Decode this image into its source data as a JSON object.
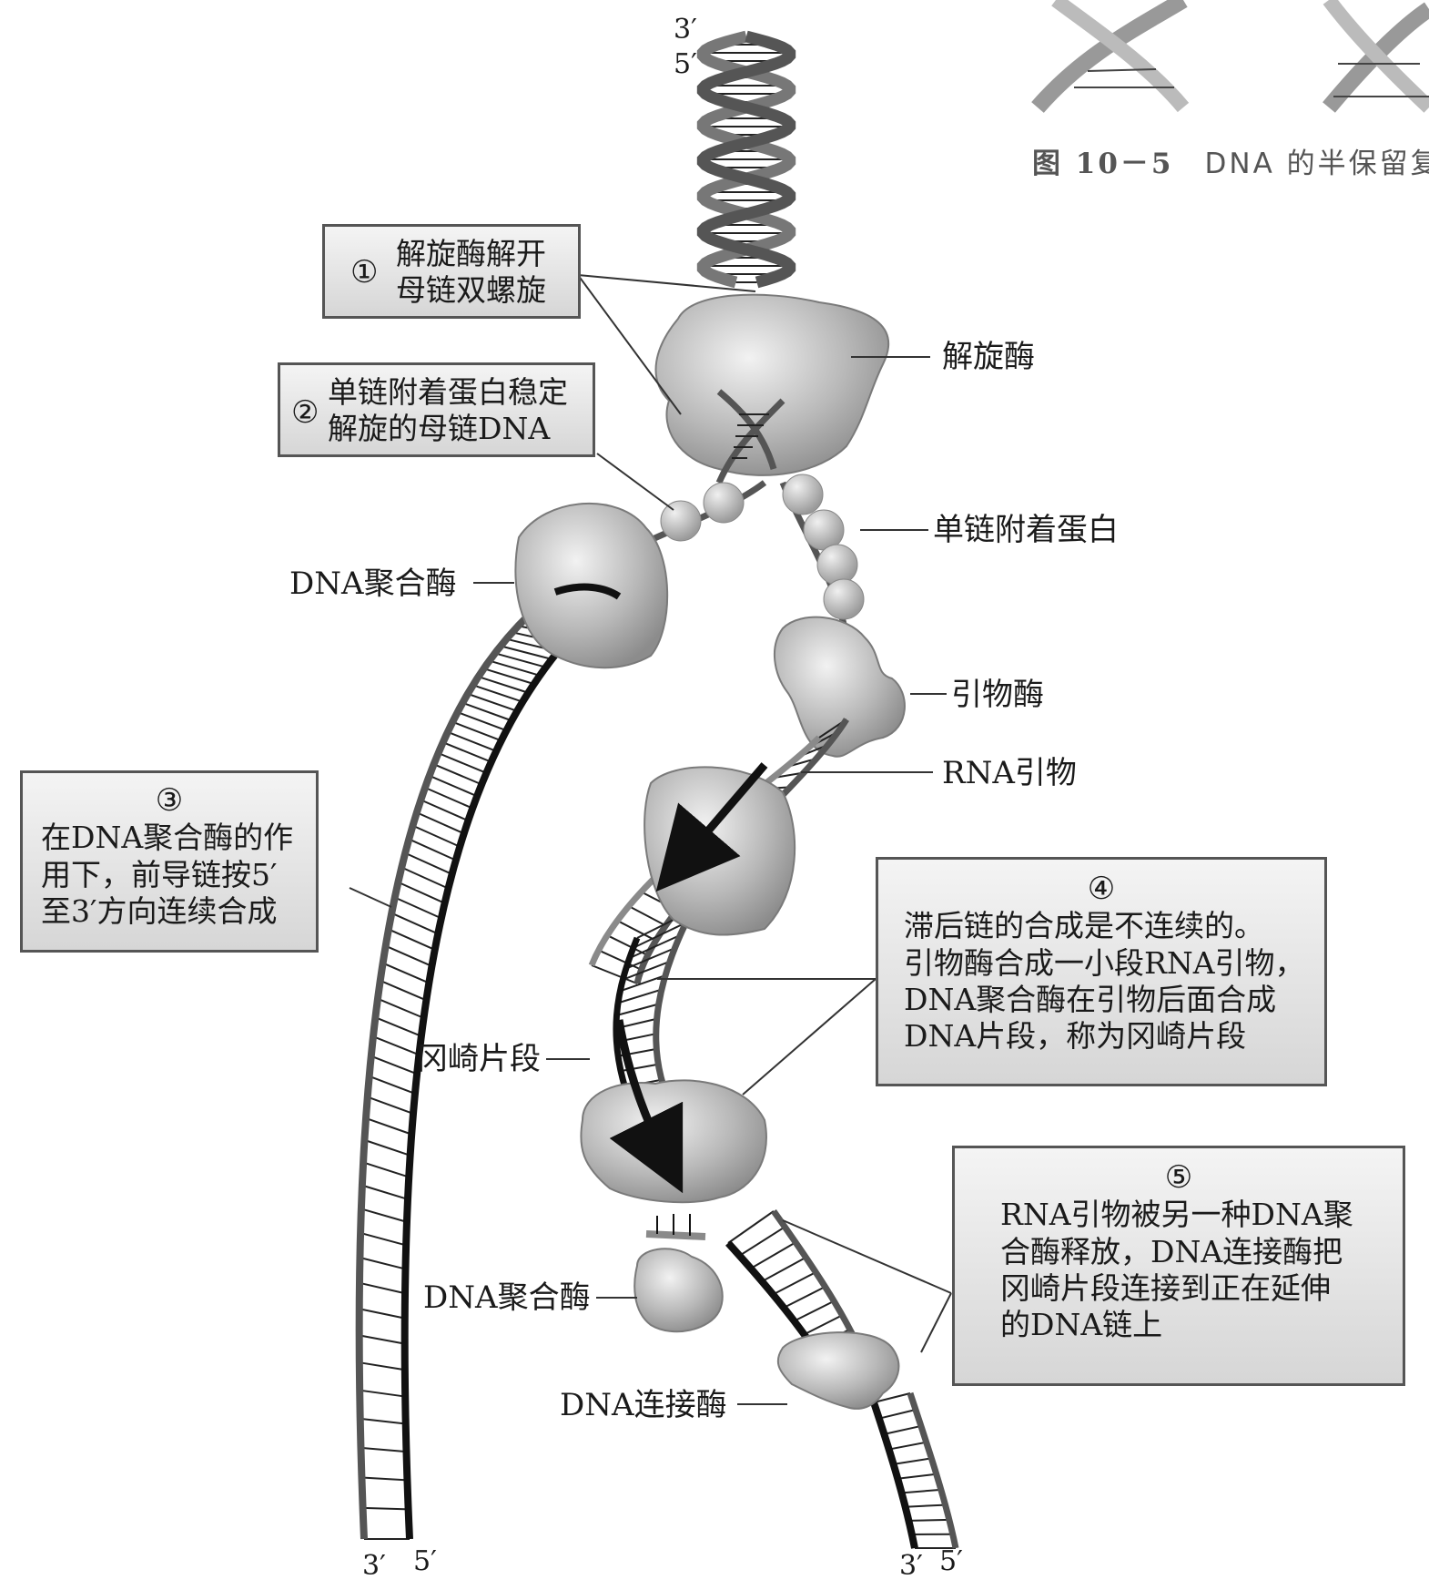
{
  "figure_caption": {
    "figure_number": "图 10－5",
    "title": "DNA 的半保留复"
  },
  "steps": [
    {
      "number": "①",
      "text": "解旋酶解开母链双螺旋",
      "lines": [
        "解旋酶解开",
        "母链双螺旋"
      ]
    },
    {
      "number": "②",
      "text": "单链附着蛋白稳定解旋的母链DNA",
      "lines": [
        "单链附着蛋白稳定",
        "解旋的母链DNA"
      ]
    },
    {
      "number": "③",
      "text": "在DNA聚合酶的作用下，前导链按5′至3′方向连续合成",
      "lines": [
        "在DNA聚合酶的作",
        "用下，前导链按5′",
        "至3′方向连续合成"
      ]
    },
    {
      "number": "④",
      "text": "滞后链的合成是不连续的。引物酶合成一小段RNA引物，DNA聚合酶在引物后面合成DNA片段，称为冈崎片段",
      "lines": [
        "滞后链的合成是不连续的。",
        "引物酶合成一小段RNA引物，",
        "DNA聚合酶在引物后面合成",
        "DNA片段，称为冈崎片段"
      ]
    },
    {
      "number": "⑤",
      "text": "RNA引物被另一种DNA聚合酶释放，DNA连接酶把冈崎片段连接到正在延伸的DNA链上",
      "lines": [
        "RNA引物被另一种DNA聚",
        "合酶释放，DNA连接酶把",
        "冈崎片段连接到正在延伸",
        "的DNA链上"
      ]
    }
  ],
  "labels": {
    "helicase": "解旋酶",
    "ssb": "单链附着蛋白",
    "polymerase_leading": "DNA聚合酶",
    "primase": "引物酶",
    "rna_primer": "RNA引物",
    "okazaki": "冈崎片段",
    "polymerase_second": "DNA聚合酶",
    "ligase": "DNA连接酶"
  },
  "strand_ends": {
    "top_3": "3′",
    "top_5": "5′",
    "leading_3": "3′",
    "leading_5": "5′",
    "lagging_3": "3′",
    "lagging_5": "5′"
  },
  "colors": {
    "template_strand": "#555555",
    "new_strand": "#111111",
    "primer": "#8a8a8a",
    "protein": "#bdbdbd",
    "box_border": "#555555"
  }
}
